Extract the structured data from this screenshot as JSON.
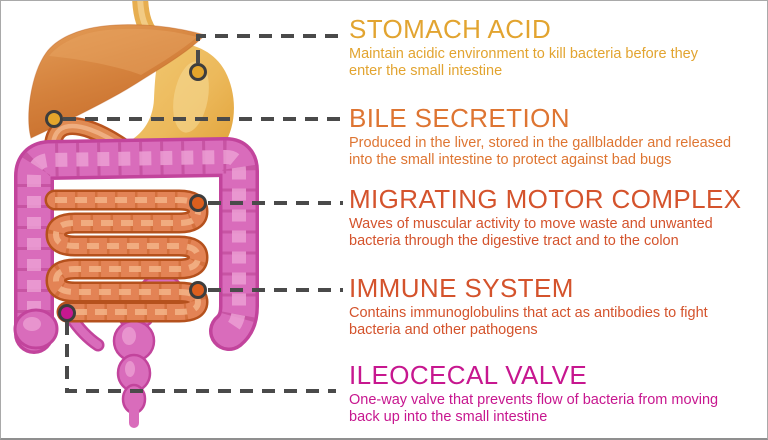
{
  "figure": {
    "kind": "digestive-system-infographic",
    "background": "#ffffff",
    "border_color": "#a9a9a9"
  },
  "connector": {
    "color": "#4a4a4a",
    "marker_outline": "#3d3d3d"
  },
  "illustration": {
    "name": "digestive-system",
    "palette": {
      "liver": "#d4813c",
      "stomach": "#eab457",
      "esophagus": "#e7ae50",
      "small_intestine": "#e38355",
      "small_intestine_outline": "#b5511d",
      "colon": "#d96cbb",
      "colon_outline": "#c2449c",
      "colon_highlight": "#eb9fd3"
    }
  },
  "sections": [
    {
      "id": "stomach-acid",
      "title": "STOMACH ACID",
      "color": "#e2a430",
      "marker_color": "#e4a52b",
      "desc_lines": [
        "Maintain acidic environment to kill bacteria before they",
        "enter the small intestine"
      ]
    },
    {
      "id": "bile-secretion",
      "title": "BILE SECRETION",
      "color": "#de7532",
      "marker_color": "#e4a52b",
      "desc_lines": [
        "Produced in the liver, stored in the gallbladder and released",
        "into the small intestine to protect against bad bugs"
      ]
    },
    {
      "id": "migrating-motor-complex",
      "title": "MIGRATING MOTOR COMPLEX",
      "color": "#d4532c",
      "marker_color": "#dc5f1e",
      "desc_lines": [
        "Waves of muscular activity to move waste and unwanted",
        "bacteria through the digestive tract and to the colon"
      ]
    },
    {
      "id": "immune-system",
      "title": "IMMUNE SYSTEM",
      "color": "#d4532c",
      "marker_color": "#dc5f1e",
      "desc_lines": [
        "Contains immunoglobulins that act as antibodies to fight",
        "bacteria and other pathogens"
      ]
    },
    {
      "id": "ileocecal-valve",
      "title": "ILEOCECAL VALVE",
      "color": "#c7178f",
      "marker_color": "#c7178f",
      "desc_lines": [
        "One-way valve that prevents flow of bacteria from moving",
        "back up into the small intestine"
      ]
    }
  ]
}
